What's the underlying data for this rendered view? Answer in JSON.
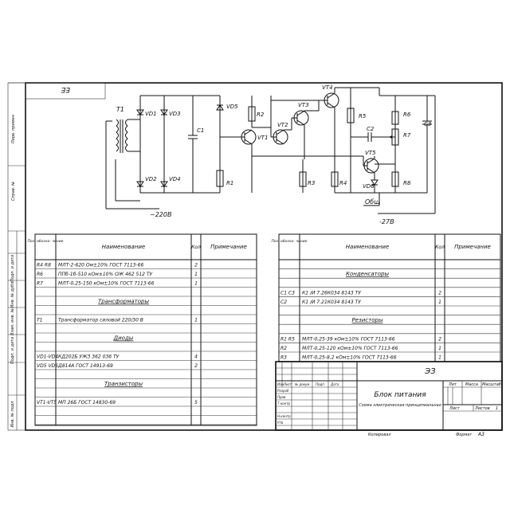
{
  "sheet": {
    "code_top": "ЕЕ",
    "stamp_code": "ЭЗ",
    "stamp_title": "Блок питания",
    "stamp_subtitle": "Схема электрическая принципиальная",
    "stamp_cols": [
      "Лит",
      "Масса",
      "Масштаб"
    ],
    "stamp_sheet": "Лист",
    "stamp_sheets": "Листов",
    "stamp_sheets_value": "1",
    "stamp_head": [
      "Изм",
      "Лист",
      "№ докум",
      "Подп",
      "Дата"
    ],
    "stamp_roles": [
      "Разраб",
      "Пров",
      "Т.контр",
      "Н.контр",
      "Утв"
    ],
    "footer_copied": "Копировал",
    "footer_format": "Формат",
    "footer_format_value": "А3",
    "margin_labels": [
      "Перв. примен",
      "Справ. №",
      "Подп. и дата",
      "Инв. № дубл",
      "Взам. инв. №",
      "Подп. и дата",
      "Инв. № подл"
    ]
  },
  "schematic": {
    "labels": {
      "T1": "T1",
      "VD1": "VD1",
      "VD3": "VD3",
      "VD2": "VD2",
      "VD4": "VD4",
      "C1": "C1",
      "VD5": "VD5",
      "R1": "R1",
      "R2": "R2",
      "VT1": "VT1",
      "VT2": "VT2",
      "VT3": "VT3",
      "VT4": "VT4",
      "R3": "R3",
      "R4": "R4",
      "R5": "R5",
      "C2": "C2",
      "VT5": "VT5",
      "VD6": "VD6",
      "R6": "R6",
      "R7": "R7",
      "R8": "R8",
      "C3": "C3"
    },
    "input": "~220В",
    "common": "Общ",
    "output": "-27В"
  },
  "left_table": {
    "headers": [
      "Поз. обозна- чение",
      "Наименование",
      "Кол",
      "Примечание"
    ],
    "rows": [
      {
        "pos": "R4 R8",
        "name": "МЛТ-2-620 Ом±10% ГОСТ 7113-66",
        "qty": "2",
        "note": ""
      },
      {
        "pos": "R6",
        "name": "ППб-1б-510 кОм±10% ОЖ 462 512 ТУ",
        "qty": "1",
        "note": ""
      },
      {
        "pos": "R7",
        "name": "МЛТ-0,25-150 кОм±10% ГОСТ 7113-66",
        "qty": "1",
        "note": ""
      },
      {
        "pos": "",
        "name": "",
        "qty": "",
        "note": ""
      },
      {
        "pos": "",
        "name": "Трансформаторы",
        "qty": "",
        "note": "",
        "section": true
      },
      {
        "pos": "",
        "name": "",
        "qty": "",
        "note": ""
      },
      {
        "pos": "T1",
        "name": "Трансформатор силовой 220/30 В",
        "qty": "1",
        "note": ""
      },
      {
        "pos": "",
        "name": "",
        "qty": "",
        "note": ""
      },
      {
        "pos": "",
        "name": "Диоды",
        "qty": "",
        "note": "",
        "section": true
      },
      {
        "pos": "",
        "name": "",
        "qty": "",
        "note": ""
      },
      {
        "pos": "VD1-VD4",
        "name": "КД202Б УЖЗ 362 036 ТУ",
        "qty": "4",
        "note": ""
      },
      {
        "pos": "VD5 VD6",
        "name": "Д814А ГОСТ 14913-69",
        "qty": "2",
        "note": ""
      },
      {
        "pos": "",
        "name": "",
        "qty": "",
        "note": ""
      },
      {
        "pos": "",
        "name": "Транзисторы",
        "qty": "",
        "note": "",
        "section": true
      },
      {
        "pos": "",
        "name": "",
        "qty": "",
        "note": ""
      },
      {
        "pos": "VT1-VT5",
        "name": "МП 26Б ГОСТ 14830-69",
        "qty": "5",
        "note": ""
      },
      {
        "pos": "",
        "name": "",
        "qty": "",
        "note": ""
      },
      {
        "pos": "",
        "name": "",
        "qty": "",
        "note": ""
      }
    ]
  },
  "right_table": {
    "headers": [
      "Поз. обозна- чение",
      "Наименование",
      "Кол",
      "Примечание"
    ],
    "rows": [
      {
        "pos": "",
        "name": "",
        "qty": "",
        "note": ""
      },
      {
        "pos": "",
        "name": "Конденсаторы",
        "qty": "",
        "note": "",
        "section": true
      },
      {
        "pos": "",
        "name": "",
        "qty": "",
        "note": ""
      },
      {
        "pos": "C1 C3",
        "name": "К1 /И 7.26К034 8143 ТУ",
        "qty": "2",
        "note": ""
      },
      {
        "pos": "C2",
        "name": "К1 /И 7.21К034 8143 ТУ",
        "qty": "1",
        "note": ""
      },
      {
        "pos": "",
        "name": "",
        "qty": "",
        "note": ""
      },
      {
        "pos": "",
        "name": "Резисторы",
        "qty": "",
        "note": "",
        "section": true
      },
      {
        "pos": "",
        "name": "",
        "qty": "",
        "note": ""
      },
      {
        "pos": "R1 R5",
        "name": "МЛТ-0,25-39 кОм±10% ГОСТ 7113-66",
        "qty": "2",
        "note": ""
      },
      {
        "pos": "R2",
        "name": "МЛТ-0,25-120 кОм±10% ГОСТ 7113-66",
        "qty": "1",
        "note": ""
      },
      {
        "pos": "R3",
        "name": "МЛТ-0,25-8,2 кОм±10% ГОСТ 7113-66",
        "qty": "1",
        "note": ""
      }
    ]
  }
}
